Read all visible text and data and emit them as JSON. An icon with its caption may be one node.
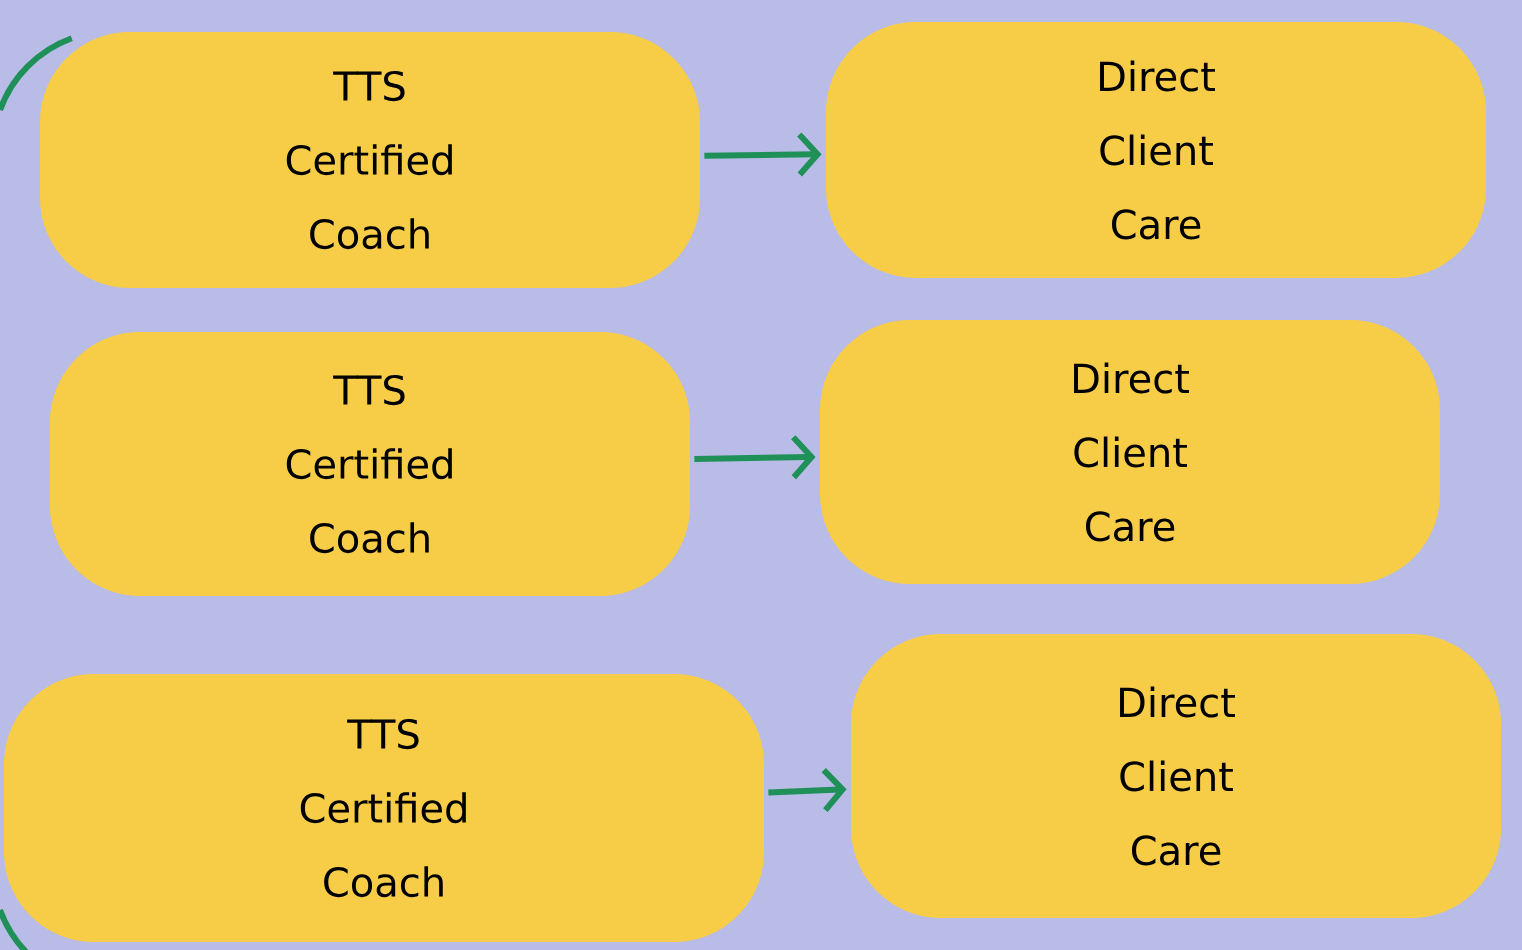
{
  "diagram": {
    "nodes": [
      {
        "text": [
          "TTS Certified Coach"
        ]
      },
      {
        "text": [
          "Direct Client Care"
        ]
      },
      {
        "text": [
          "TTS Certified Coach"
        ]
      },
      {
        "text": [
          "Direct Client Care"
        ]
      },
      {
        "text": [
          "TTS Certified Coach"
        ]
      },
      {
        "text": [
          "Direct Client Care"
        ]
      }
    ],
    "edges": [
      {
        "from": 0,
        "to": 1,
        "arrow": "to"
      },
      {
        "from": 2,
        "to": 3,
        "arrow": "to"
      },
      {
        "from": 4,
        "to": 5,
        "arrow": "to"
      }
    ]
  }
}
